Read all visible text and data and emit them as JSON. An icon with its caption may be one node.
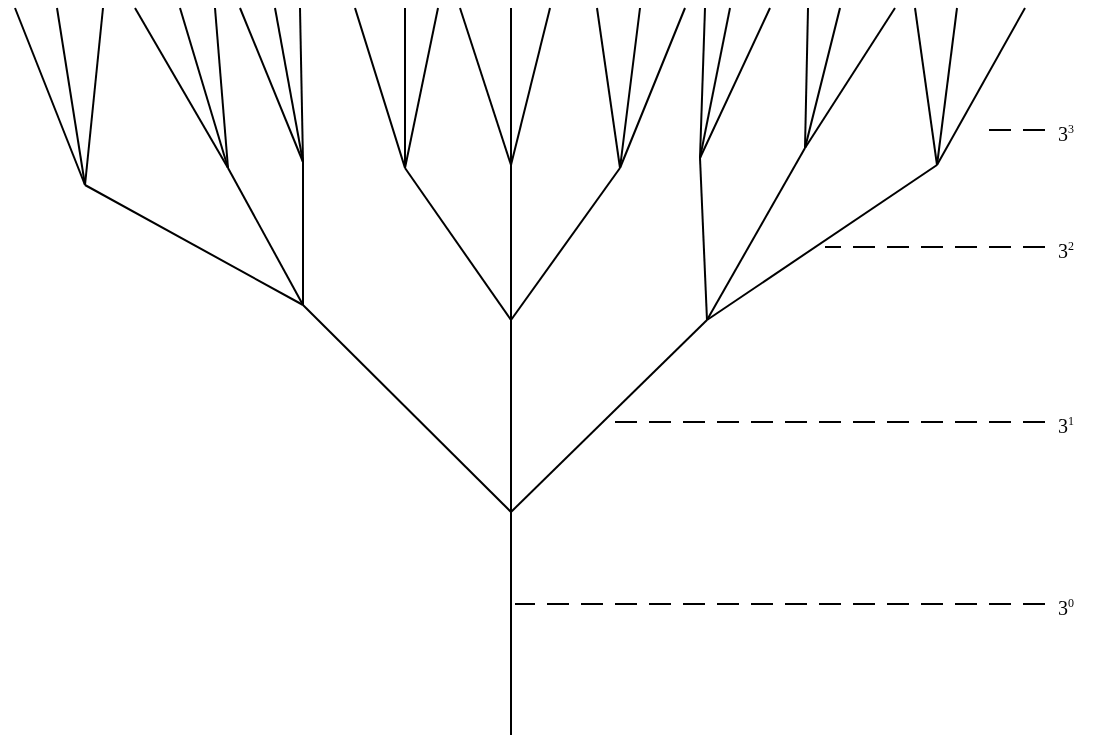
{
  "diagram": {
    "nodes": [
      {
        "text": [
          "3$^{3}$"
        ]
      },
      {
        "text": [
          "3$^{2}$"
        ]
      },
      {
        "text": [
          "3$^{1}$"
        ]
      },
      {
        "text": [
          "3$^{0}$"
        ]
      }
    ],
    "edges": [
      {
        "from": 0,
        "to": null,
        "arrow": "none",
        "style": "dashed"
      },
      {
        "from": 1,
        "to": null,
        "arrow": "none",
        "style": "dashed"
      },
      {
        "from": 2,
        "to": null,
        "arrow": "none",
        "style": "dashed"
      },
      {
        "from": 3,
        "to": null,
        "arrow": "none",
        "style": "dashed"
      }
    ]
  }
}
